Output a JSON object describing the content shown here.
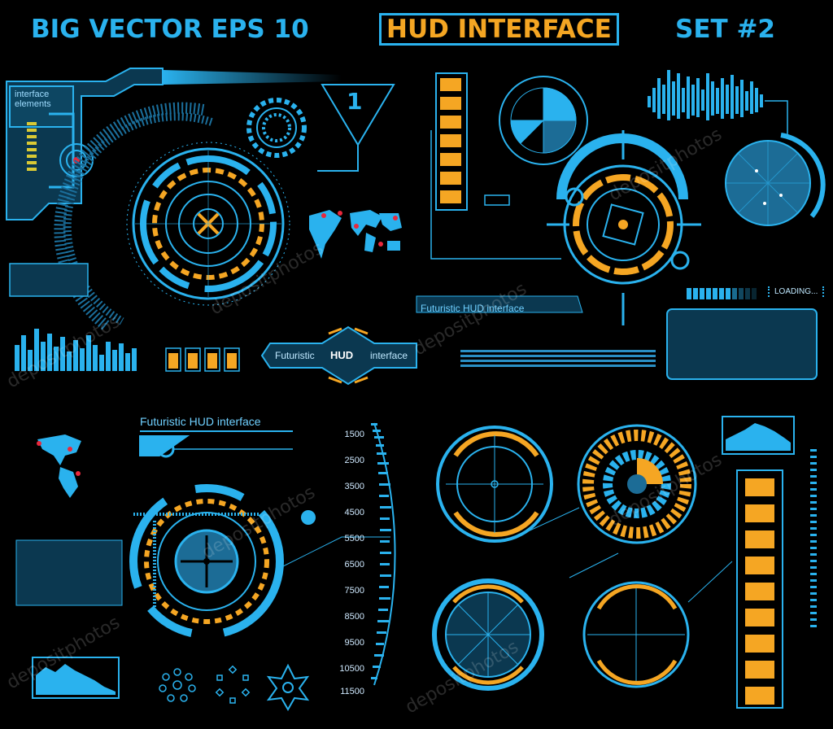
{
  "header": {
    "title_left": "BIG VECTOR EPS 10",
    "title_box": "HUD INTERFACE",
    "title_right": "SET #2"
  },
  "labels": {
    "interface_elements": "interface elements",
    "triangle_number": "1",
    "futuristic_hud_interface_top": "Futuristic HUD interface",
    "futuristic_hud_interface_bottom": "Futuristic HUD interface",
    "badge_left": "Futuristic",
    "badge_center": "HUD",
    "badge_right": "interface",
    "loading": "LOADING..."
  },
  "scale": {
    "values": [
      "1500",
      "2500",
      "3500",
      "4500",
      "5500",
      "6500",
      "7500",
      "8500",
      "9500",
      "10500",
      "11500"
    ]
  },
  "watermark": "depositphotos",
  "colors": {
    "background": "#000000",
    "primary_blue": "#2ab2ee",
    "accent_orange": "#f5a623",
    "marker_red": "#e8283c"
  }
}
